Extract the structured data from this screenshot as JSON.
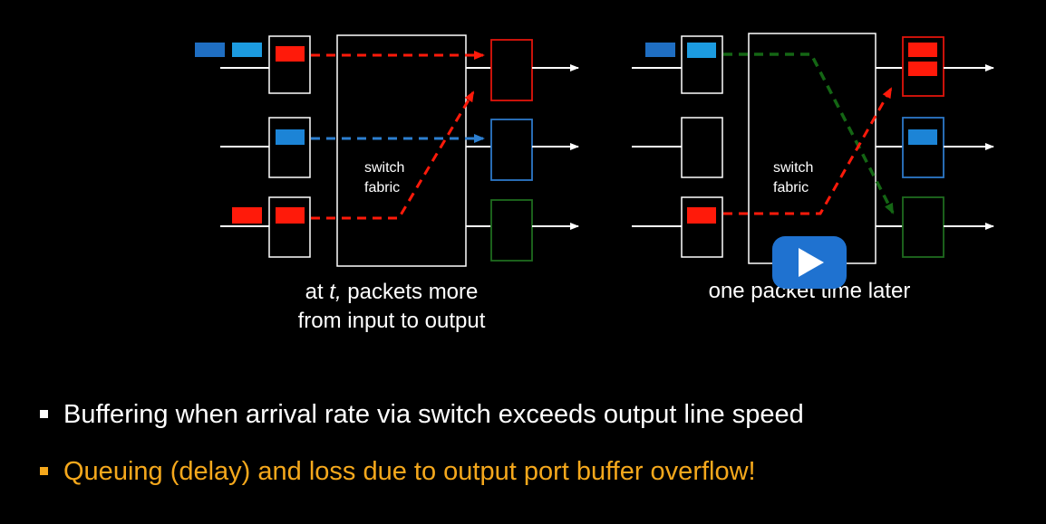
{
  "diagram": {
    "left_panel": {
      "fabric_label_line1": "switch",
      "fabric_label_line2": "fabric",
      "caption_prefix": "at ",
      "caption_time": "t,",
      "caption_line1_rest": " packets more",
      "caption_line2": "from input to output"
    },
    "right_panel": {
      "fabric_label_line1": "switch",
      "fabric_label_line2": "fabric",
      "caption": "one packet time later"
    },
    "colors": {
      "red": "#ff1a0a",
      "light_blue": "#1c9be0",
      "mid_blue": "#1f6ec2",
      "green": "#1d7a1d",
      "dark_green_arrow": "#146614",
      "output_red_border": "#e0140c",
      "output_blue_border": "#2d78c8",
      "output_green_border": "#1e6b1e"
    }
  },
  "bullets": [
    {
      "text": "Buffering when arrival rate via switch exceeds output line speed",
      "color": "#ffffff"
    },
    {
      "text": "Queuing (delay) and loss due to output port buffer overflow!",
      "color": "#f5a81c"
    }
  ],
  "video_control": {
    "icon": "play-icon",
    "color": "#1f72d0"
  }
}
